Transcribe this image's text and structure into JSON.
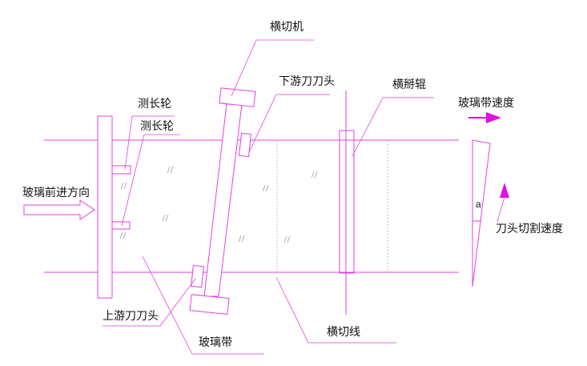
{
  "colors": {
    "line": "#e040e0",
    "arrow": "#e010e0",
    "text": "#111111",
    "grid": "#b0b0b0"
  },
  "labels": {
    "cutter": "横切机",
    "downstream_head": "下游刀刀头",
    "snap_roller": "横掰辊",
    "glass_speed": "玻璃带速度",
    "measure_wheel_1": "测长轮",
    "measure_wheel_2": "测长轮",
    "feed_direction": "玻璃前进方向",
    "head_speed": "刀头切割速度",
    "upstream_head": "上游刀刀头",
    "glass_ribbon": "玻璃带",
    "cut_line": "横切线",
    "angle": "a"
  }
}
